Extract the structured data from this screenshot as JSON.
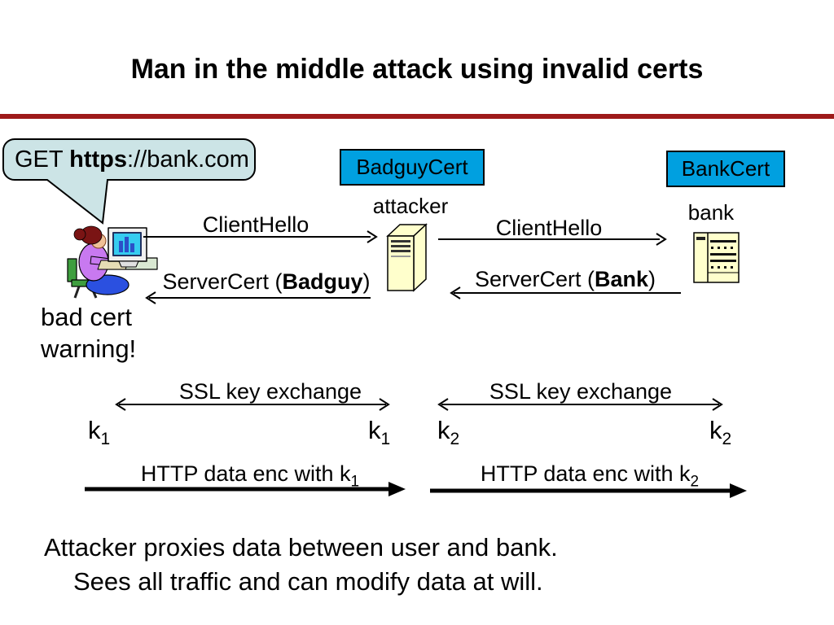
{
  "slide": {
    "title": "Man in the middle attack using invalid certs"
  },
  "bubble": {
    "prefix": "GET ",
    "bold": "https",
    "suffix": "://bank.com"
  },
  "certs": {
    "badguy_label": "BadguyCert",
    "bank_label": "BankCert"
  },
  "actors": {
    "attacker_label": "attacker",
    "bank_label": "bank",
    "user_warning_line1": "bad cert",
    "user_warning_line2": "warning!"
  },
  "messages": {
    "client_hello_left": "ClientHello",
    "client_hello_right": "ClientHello",
    "server_cert_left": {
      "pre": "ServerCert (",
      "bold": "Badguy",
      "post": ")"
    },
    "server_cert_right": {
      "pre": "ServerCert (",
      "bold": "Bank",
      "post": ")"
    },
    "ssl_left": "SSL key exchange",
    "ssl_right": "SSL key exchange",
    "http_left": {
      "text": "HTTP data enc with k",
      "sub": "1"
    },
    "http_right": {
      "text": "HTTP data enc with k",
      "sub": "2"
    }
  },
  "keys": {
    "k1": {
      "base": "k",
      "sub": "1"
    },
    "k2": {
      "base": "k",
      "sub": "2"
    }
  },
  "footer": {
    "line1": "Attacker proxies data between user and bank.",
    "line2": "Sees all traffic and can modify data at will."
  },
  "colors": {
    "divider": "#9E1A1A",
    "cert_box": "#00A0E0",
    "bubble_fill": "#CCE4E6",
    "server_fill": "#FFFFCC",
    "text": "#000000"
  }
}
